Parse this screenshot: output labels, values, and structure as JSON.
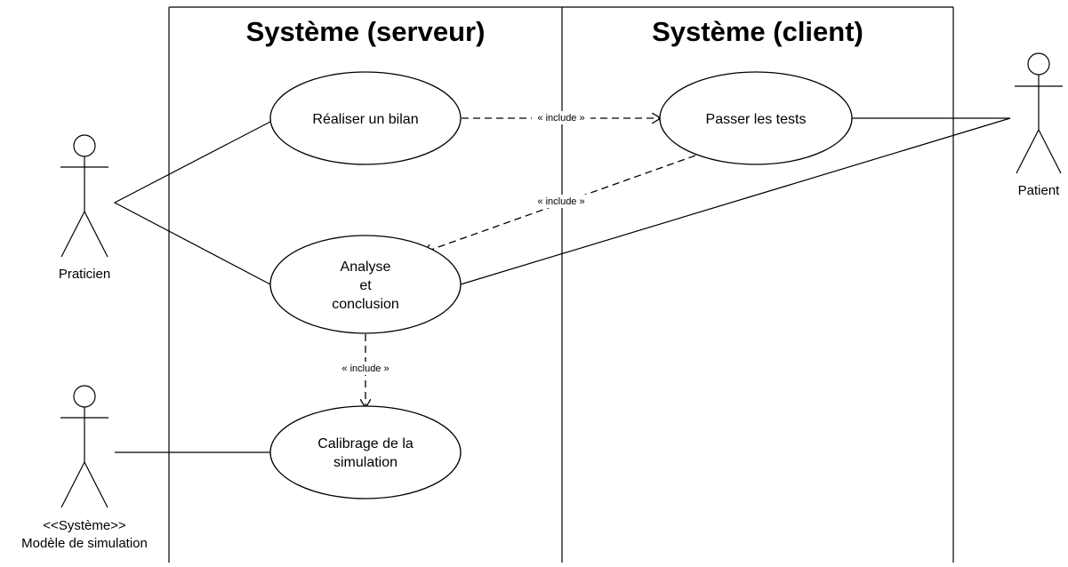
{
  "systems": [
    {
      "id": "server",
      "title": "Système (serveur)"
    },
    {
      "id": "client",
      "title": "Système (client)"
    }
  ],
  "actors": [
    {
      "id": "praticien",
      "lines": [
        "Praticien"
      ]
    },
    {
      "id": "patient",
      "lines": [
        "Patient"
      ]
    },
    {
      "id": "modele",
      "lines": [
        "<<Système>>",
        "Modèle de simulation"
      ]
    }
  ],
  "use_cases": [
    {
      "id": "bilan",
      "lines": [
        "Réaliser un bilan"
      ]
    },
    {
      "id": "tests",
      "lines": [
        "Passer les tests"
      ]
    },
    {
      "id": "analyse",
      "lines": [
        "Analyse",
        "et",
        "conclusion"
      ]
    },
    {
      "id": "calibrage",
      "lines": [
        "Calibrage de la",
        "simulation"
      ]
    }
  ],
  "associations": [
    {
      "from": "praticien",
      "to": "bilan"
    },
    {
      "from": "praticien",
      "to": "analyse"
    },
    {
      "from": "patient",
      "to": "tests"
    },
    {
      "from": "patient",
      "to": "analyse"
    },
    {
      "from": "modele",
      "to": "calibrage"
    }
  ],
  "dependencies": [
    {
      "from": "bilan",
      "to": "tests",
      "label": "« include »"
    },
    {
      "from": "tests",
      "to": "analyse",
      "label": "« include »"
    },
    {
      "from": "analyse",
      "to": "calibrage",
      "label": "« include »"
    }
  ]
}
